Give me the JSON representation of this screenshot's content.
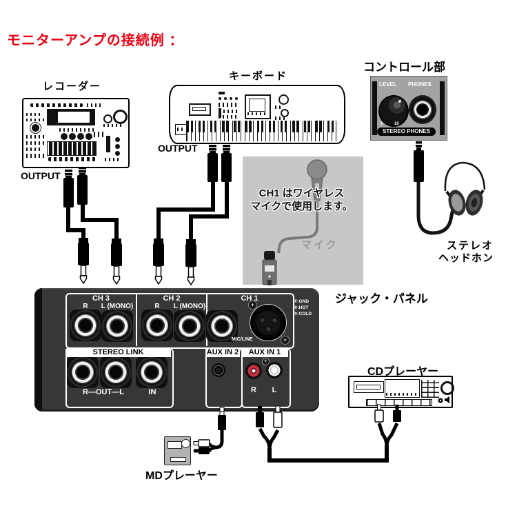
{
  "title": "モニターアンプの接続例 ：",
  "recorder": {
    "label": "レコーダー",
    "output": "OUTPUT"
  },
  "keyboard": {
    "label": "キーボード",
    "output": "OUTPUT"
  },
  "control": {
    "label": "コントロール部",
    "level": "LEVEL",
    "phones": "PHONES",
    "min": "0",
    "max": "10",
    "stereo_phones": "STEREO PHONES"
  },
  "headphones": {
    "line1": "ステレオ",
    "line2": "ヘッドホン"
  },
  "mic": {
    "note1": "CH1 はワイヤレス",
    "note2": "マイクで使用します。",
    "label": "マイク"
  },
  "panel": {
    "label": "ジャック・パネル",
    "ch3": {
      "title": "CH 3",
      "r": "R",
      "l": "L (MONO)"
    },
    "ch2": {
      "title": "CH 2",
      "r": "R",
      "l": "L (MONO)"
    },
    "ch1": {
      "title": "CH 1",
      "jack": "MIC/LINE",
      "pins": {
        "p1": "①:GND",
        "p2": "②:HOT",
        "p3": "③:COLD"
      }
    },
    "stereo_link": {
      "title": "STEREO LINK",
      "out": "R—OUT—L",
      "in": "IN"
    },
    "aux2": {
      "title": "AUX IN 2"
    },
    "aux1": {
      "title": "AUX IN 1",
      "r": "R",
      "l": "L"
    }
  },
  "cd": {
    "label": "CDプレーヤー"
  },
  "md": {
    "label": "MDプレーヤー"
  },
  "colors": {
    "title_red": "#e60012",
    "panel_bg": "#373737",
    "rca_red": "#c53040",
    "note_bg": "#c7c7c7"
  }
}
